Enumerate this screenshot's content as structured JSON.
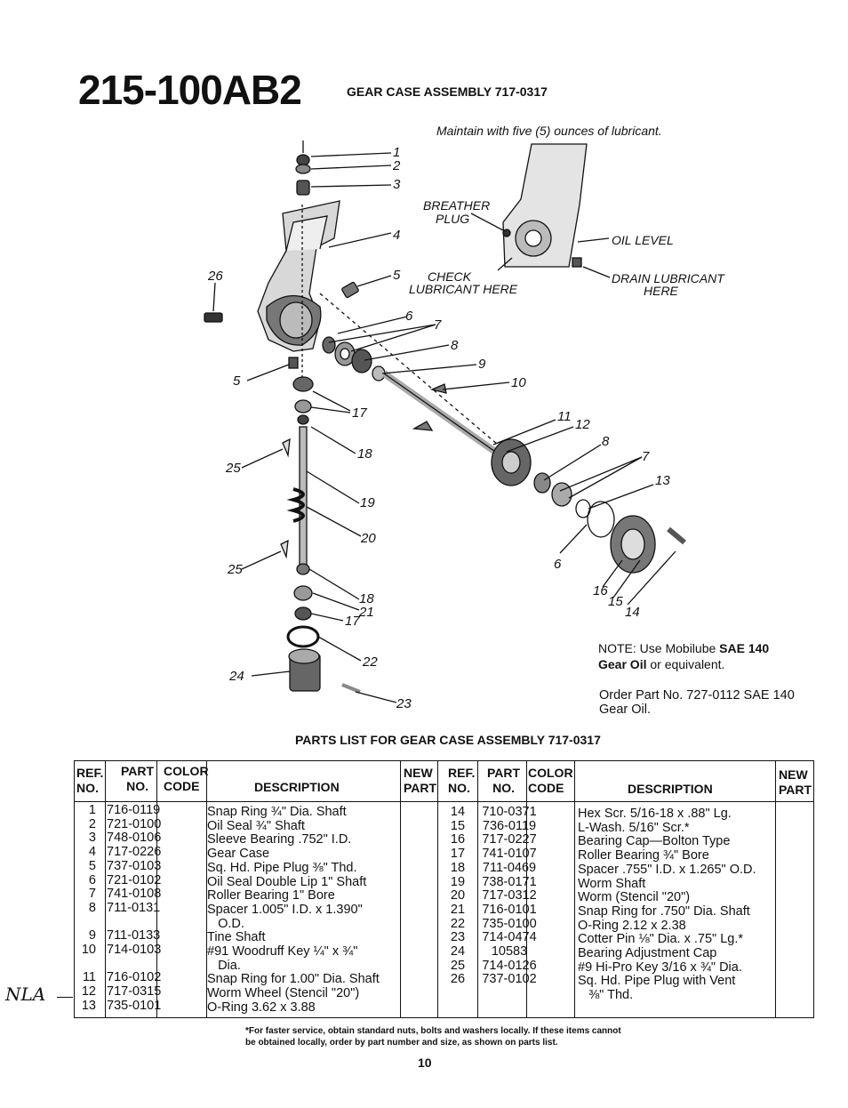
{
  "header": {
    "model": "215-100AB2",
    "assembly_title": "GEAR CASE ASSEMBLY 717-0317"
  },
  "diagram": {
    "maintain_note": "Maintain with five (5) ounces of lubricant.",
    "breather_plug_1": "BREATHER",
    "breather_plug_2": "PLUG",
    "oil_level": "OIL LEVEL",
    "check_1": "CHECK",
    "check_2": "LUBRICANT HERE",
    "drain_1": "DRAIN LUBRICANT",
    "drain_2": "HERE",
    "callouts": {
      "c1": "1",
      "c2": "2",
      "c3": "3",
      "c4": "4",
      "c5a": "5",
      "c26": "26",
      "c6a": "6",
      "c7a": "7",
      "c8a": "8",
      "c9": "9",
      "c10": "10",
      "c5b": "5",
      "c17a": "17",
      "c18a": "18",
      "c25a": "25",
      "c19": "19",
      "c20": "20",
      "c25b": "25",
      "c18b": "18",
      "c21": "21",
      "c17b": "17",
      "c22": "22",
      "c24": "24",
      "c23": "23",
      "c11": "11",
      "c12": "12",
      "c8b": "8",
      "c7b": "7",
      "c13": "13",
      "c6b": "6",
      "c16": "16",
      "c15": "15",
      "c14": "14"
    }
  },
  "note": {
    "line1_a": "NOTE: Use Mobilube ",
    "line1_b": "SAE 140",
    "line2_a": "Gear Oil",
    "line2_b": " or equivalent."
  },
  "order": {
    "line1": "Order Part No. 727-0112 SAE 140",
    "line2": "Gear Oil."
  },
  "parts_list_title": "PARTS LIST FOR GEAR CASE ASSEMBLY 717-0317",
  "table": {
    "headers": {
      "ref_1": "REF.",
      "ref_2": "NO.",
      "part_1": "PART",
      "part_2": "NO.",
      "color_1": "COLOR",
      "color_2": "CODE",
      "desc": "DESCRIPTION",
      "new_1": "NEW",
      "new_2": "PART"
    },
    "left": {
      "refs": "1\n2\n3\n4\n5\n6\n7\n8\n\n9\n10\n\n11\n12\n13",
      "parts": "716-0119\n721-0100\n748-0106\n717-0226\n737-0103\n721-0102\n741-0108\n711-0131\n\n711-0133\n714-0103\n\n716-0102\n717-0315\n735-0101",
      "descs": "Snap Ring ¾\" Dia. Shaft\nOil Seal ¾\" Shaft\nSleeve Bearing .752\" I.D.\nGear Case\nSq. Hd. Pipe Plug ⅜\" Thd.\nOil Seal Double Lip 1\" Shaft\nRoller Bearing 1\" Bore\nSpacer 1.005\" I.D. x 1.390\"\n   O.D.\nTine Shaft\n#91 Woodruff Key ¼\" x ¾\"\n   Dia.\nSnap Ring for 1.00\" Dia. Shaft\nWorm Wheel (Stencil \"20\")\nO-Ring 3.62 x 3.88"
    },
    "right": {
      "refs": "14\n15\n16\n17\n18\n19\n20\n21\n22\n23\n24\n25\n26",
      "parts": "710-0371\n736-0119\n717-0227\n741-0107\n711-0469\n738-0171\n717-0312\n716-0101\n735-0100\n714-0474\n10583\n714-0126\n737-0102",
      "descs": "Hex Scr. 5/16-18 x .88\" Lg.\nL-Wash. 5/16\" Scr.*\nBearing Cap—Bolton Type\nRoller Bearing ¾\" Bore\nSpacer .755\" I.D. x 1.265\" O.D.\nWorm Shaft\nWorm (Stencil \"20\")\nSnap Ring for .750\" Dia. Shaft\nO-Ring 2.12 x 2.38\nCotter Pin ⅛\" Dia. x .75\" Lg.*\nBearing Adjustment Cap\n#9 Hi-Pro Key 3/16 x ¾\" Dia.\nSq. Hd. Pipe Plug with Vent\n   ⅜\" Thd."
    }
  },
  "handwritten_note": "NLA",
  "footnote": {
    "line1": "*For faster service, obtain standard nuts, bolts and washers locally. If these items cannot",
    "line2": "be obtained locally, order by part number and size, as shown on parts list."
  },
  "page_number": "10"
}
